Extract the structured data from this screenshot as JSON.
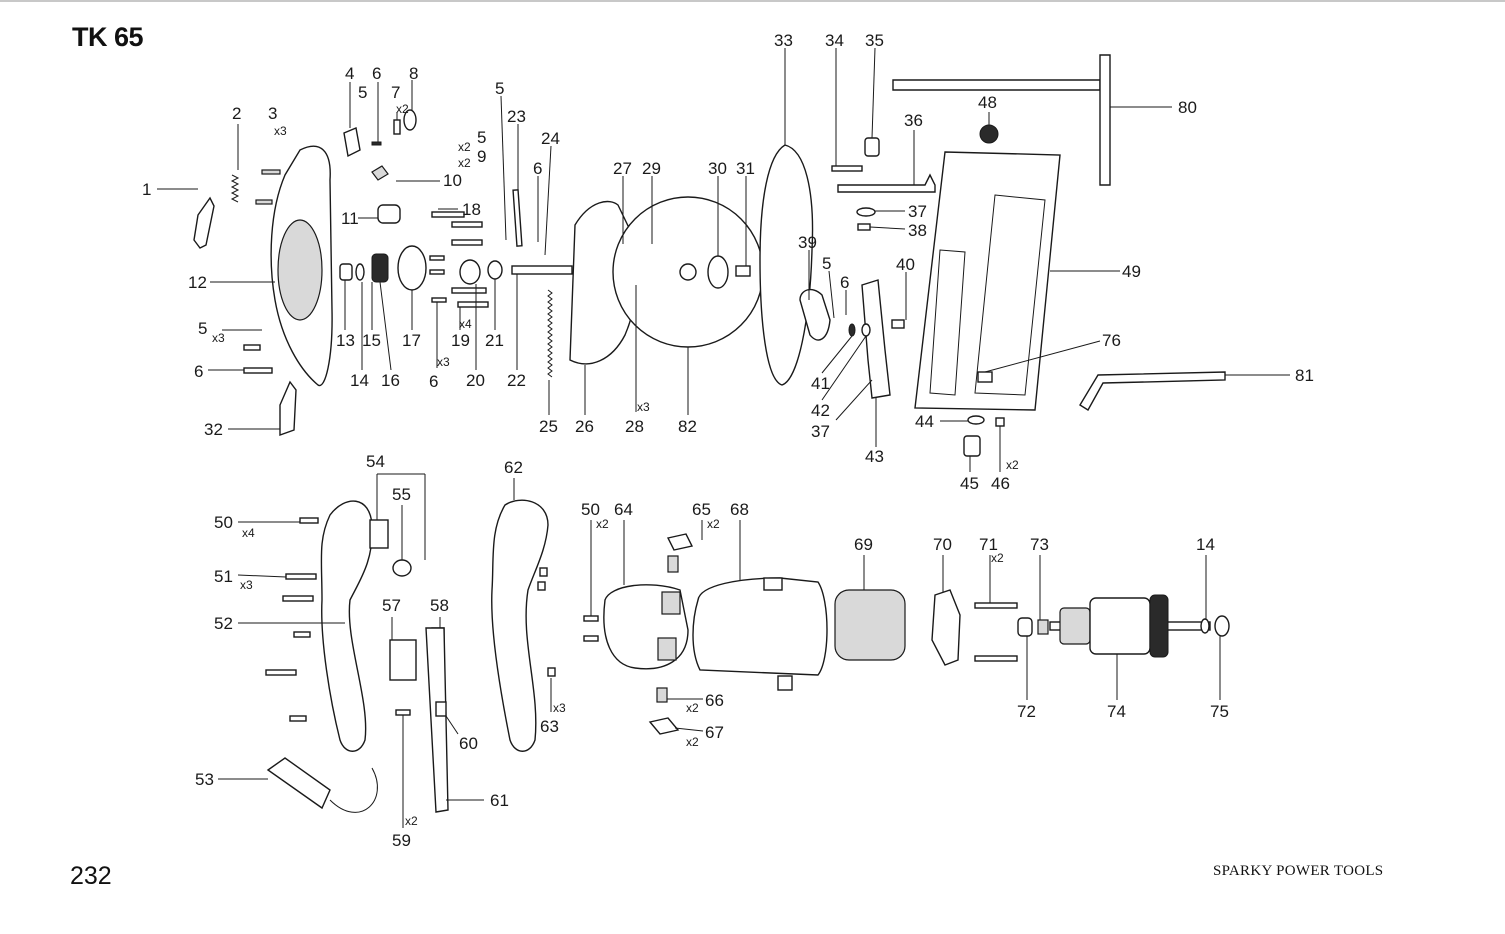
{
  "title": "TK 65",
  "page_number": "232",
  "brand": "SPARKY POWER TOOLS",
  "callouts": [
    {
      "n": "1"
    },
    {
      "n": "2"
    },
    {
      "n": "3",
      "q": "x3"
    },
    {
      "n": "4"
    },
    {
      "n": "5"
    },
    {
      "n": "6"
    },
    {
      "n": "7",
      "q": "x2"
    },
    {
      "n": "8"
    },
    {
      "n": "5",
      "q": "x2"
    },
    {
      "n": "9",
      "q": "x2"
    },
    {
      "n": "10"
    },
    {
      "n": "11"
    },
    {
      "n": "18"
    },
    {
      "n": "12"
    },
    {
      "n": "5",
      "q": "x3"
    },
    {
      "n": "6"
    },
    {
      "n": "13"
    },
    {
      "n": "14"
    },
    {
      "n": "15"
    },
    {
      "n": "16"
    },
    {
      "n": "17"
    },
    {
      "n": "6",
      "q": "x3"
    },
    {
      "n": "19",
      "q": "x4"
    },
    {
      "n": "20"
    },
    {
      "n": "21"
    },
    {
      "n": "22"
    },
    {
      "n": "5"
    },
    {
      "n": "23"
    },
    {
      "n": "24"
    },
    {
      "n": "6"
    },
    {
      "n": "25"
    },
    {
      "n": "26"
    },
    {
      "n": "27"
    },
    {
      "n": "29"
    },
    {
      "n": "28",
      "q": "x3"
    },
    {
      "n": "82"
    },
    {
      "n": "30"
    },
    {
      "n": "31"
    },
    {
      "n": "32"
    },
    {
      "n": "33"
    },
    {
      "n": "34"
    },
    {
      "n": "35"
    },
    {
      "n": "36"
    },
    {
      "n": "37"
    },
    {
      "n": "38"
    },
    {
      "n": "39"
    },
    {
      "n": "5"
    },
    {
      "n": "6"
    },
    {
      "n": "40"
    },
    {
      "n": "41"
    },
    {
      "n": "42"
    },
    {
      "n": "37"
    },
    {
      "n": "43"
    },
    {
      "n": "48"
    },
    {
      "n": "49"
    },
    {
      "n": "76"
    },
    {
      "n": "80"
    },
    {
      "n": "81"
    },
    {
      "n": "44"
    },
    {
      "n": "45"
    },
    {
      "n": "46",
      "q": "x2"
    },
    {
      "n": "54"
    },
    {
      "n": "55"
    },
    {
      "n": "50",
      "q": "x4"
    },
    {
      "n": "51",
      "q": "x3"
    },
    {
      "n": "52"
    },
    {
      "n": "57"
    },
    {
      "n": "58"
    },
    {
      "n": "53"
    },
    {
      "n": "59",
      "q": "x2"
    },
    {
      "n": "60"
    },
    {
      "n": "61"
    },
    {
      "n": "62"
    },
    {
      "n": "63",
      "q": "x3"
    },
    {
      "n": "50",
      "q": "x2"
    },
    {
      "n": "64"
    },
    {
      "n": "65",
      "q": "x2"
    },
    {
      "n": "68"
    },
    {
      "n": "66",
      "q": "x2"
    },
    {
      "n": "67",
      "q": "x2"
    },
    {
      "n": "69"
    },
    {
      "n": "70"
    },
    {
      "n": "71",
      "q": "x2"
    },
    {
      "n": "73"
    },
    {
      "n": "72"
    },
    {
      "n": "74"
    },
    {
      "n": "14"
    },
    {
      "n": "75"
    }
  ]
}
